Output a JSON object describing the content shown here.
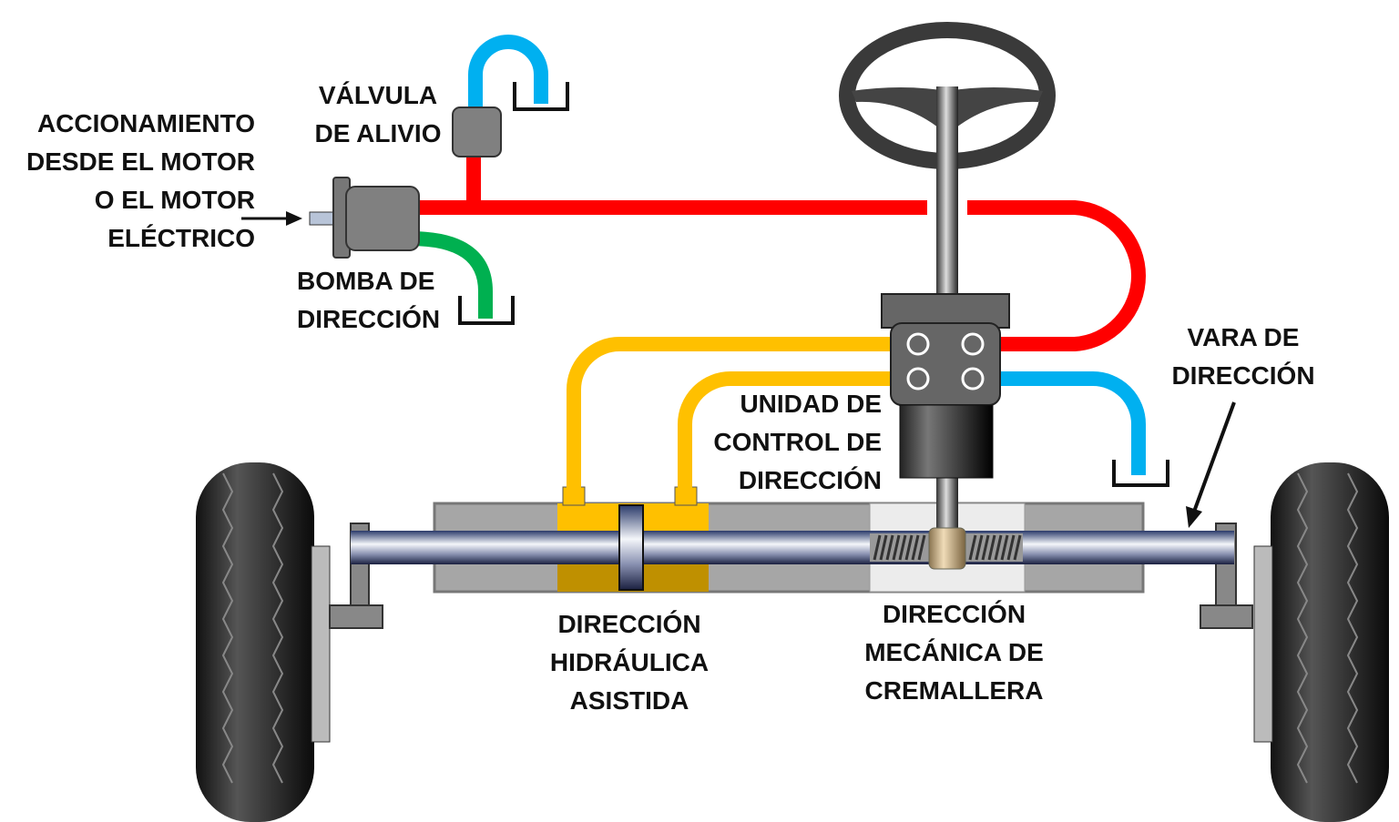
{
  "labels": {
    "drive": "ACCIONAMIENTO\nDESDE EL MOTOR\nO EL MOTOR\nELÉCTRICO",
    "relief_valve": "VÁLVULA\nDE ALIVIO",
    "pump": "BOMBA DE\nDIRECCIÓN",
    "control_unit": "UNIDAD DE\nCONTROL DE\nDIRECCIÓN",
    "tie_rod": "VARA DE\nDIRECCIÓN",
    "hydraulic": "DIRECCIÓN\nHIDRÁULICA\nASISTIDA",
    "rack": "DIRECCIÓN\nMECÁNICA DE\nCREMALLERA"
  },
  "colors": {
    "pressure_line": "#ff0000",
    "return_line": "#00b0f0",
    "suction_line": "#00b050",
    "cylinder_lines": "#ffc000"
  }
}
